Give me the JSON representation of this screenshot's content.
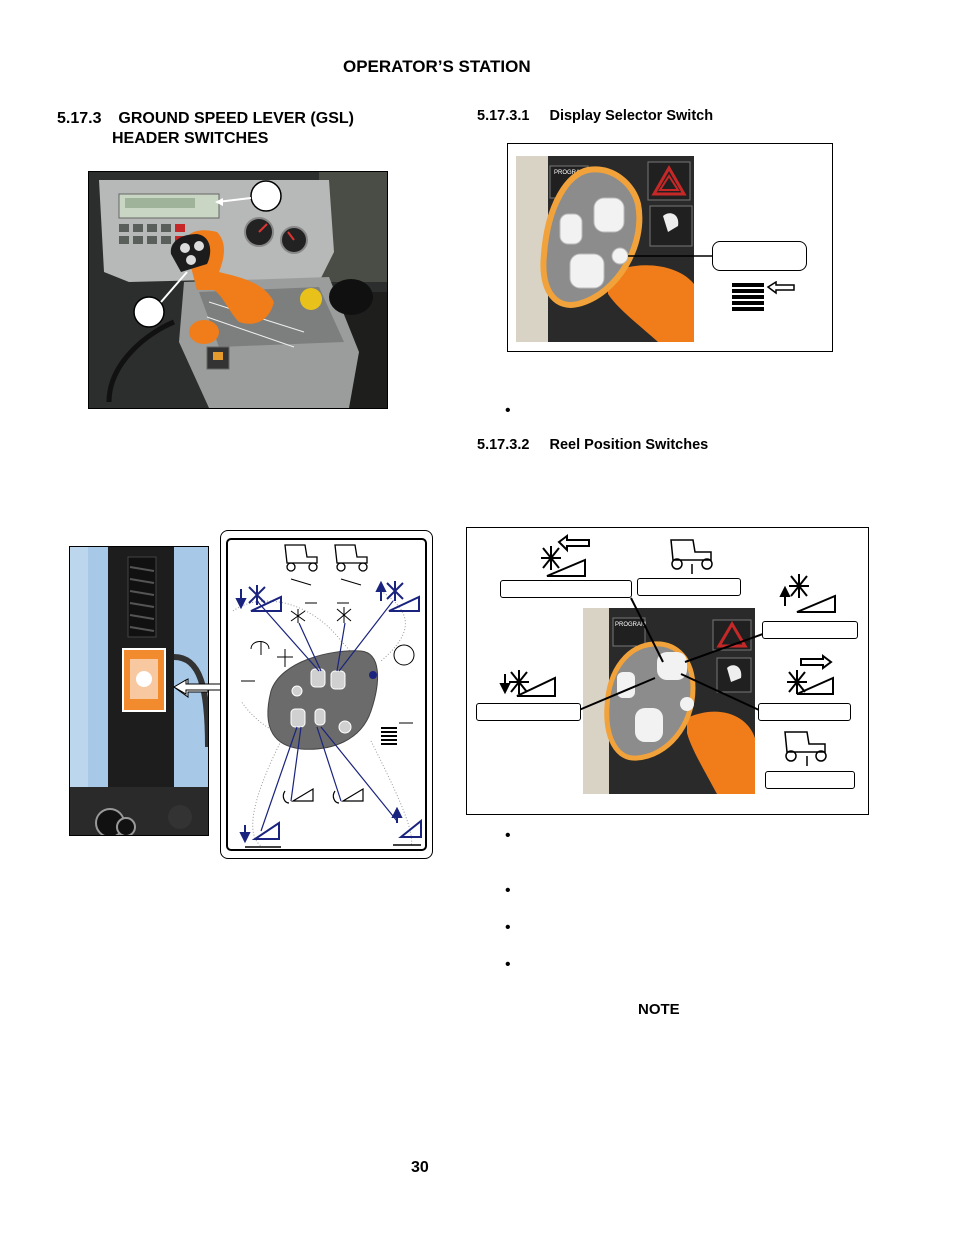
{
  "page": {
    "header": "OPERATOR’S STATION",
    "page_number": "30"
  },
  "section": {
    "number": "5.17.3",
    "title_line1": "GROUND SPEED LEVER (GSL)",
    "title_line2": "HEADER SWITCHES"
  },
  "subsections": [
    {
      "number": "5.17.3.1",
      "title": "Display Selector Switch"
    },
    {
      "number": "5.17.3.2",
      "title": "Reel Position Switches"
    }
  ],
  "bullets": [
    "•",
    "•",
    "•",
    "•",
    "•"
  ],
  "note": "NOTE",
  "colors": {
    "lever_orange": "#f07d1a",
    "decal_blue": "#1a237e",
    "sky_blue": "#a8c8e8",
    "dark_panel": "#3a3a3a",
    "button_red": "#c62828"
  },
  "icons": [
    "tractor-icon",
    "reel-icon",
    "steering-wheel-icon",
    "display-selector-icon",
    "arrow-left-icon"
  ]
}
